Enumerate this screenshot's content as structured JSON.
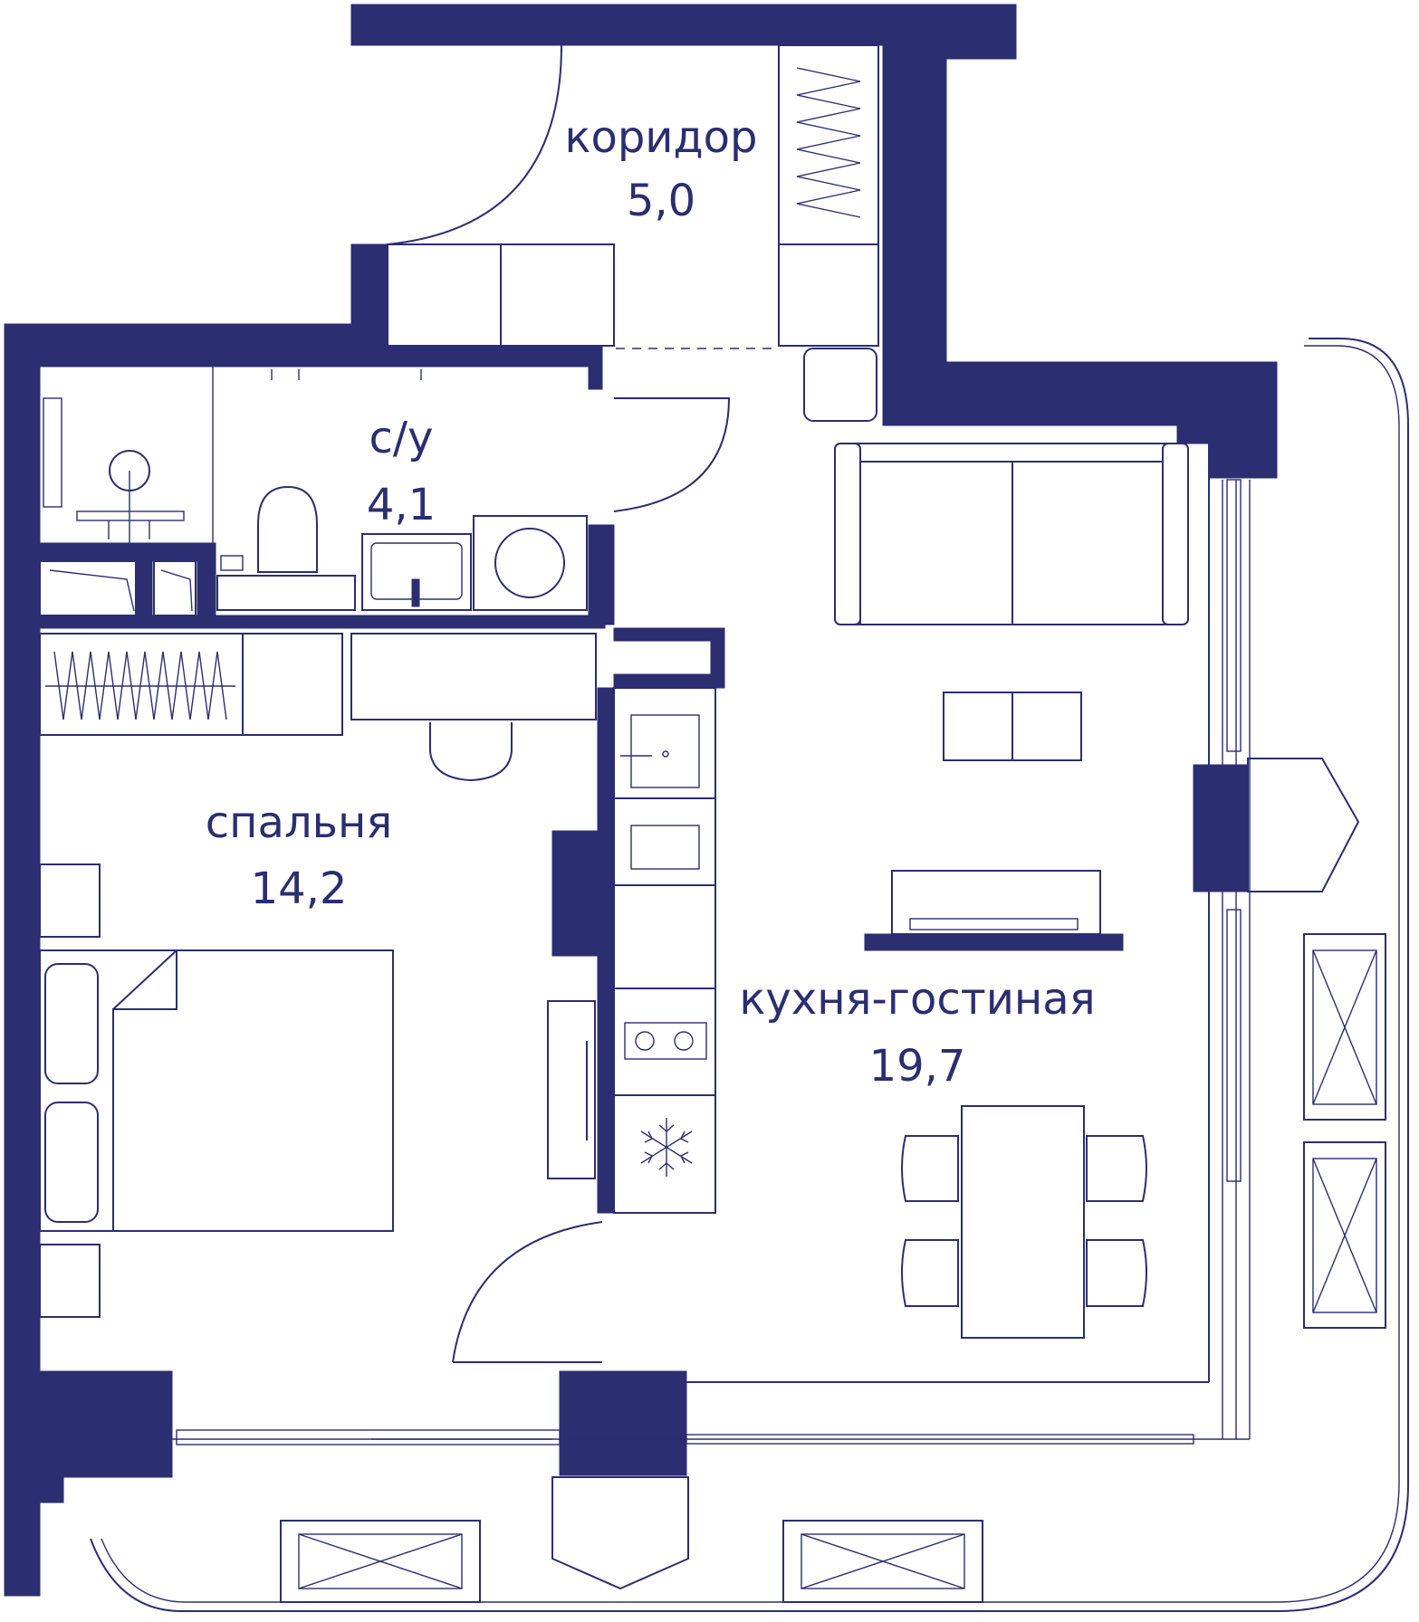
{
  "colors": {
    "accent": "#2b2e70",
    "background": "#ffffff"
  },
  "rooms": [
    {
      "id": "corridor",
      "name": "коридор",
      "area": "5,0"
    },
    {
      "id": "bathroom",
      "name": "с/у",
      "area": "4,1"
    },
    {
      "id": "bedroom",
      "name": "спальня",
      "area": "14,2"
    },
    {
      "id": "kitchen-living",
      "name": "кухня-гостиная",
      "area": "19,7"
    }
  ],
  "icons": {
    "freezer": "snowflake-icon"
  }
}
